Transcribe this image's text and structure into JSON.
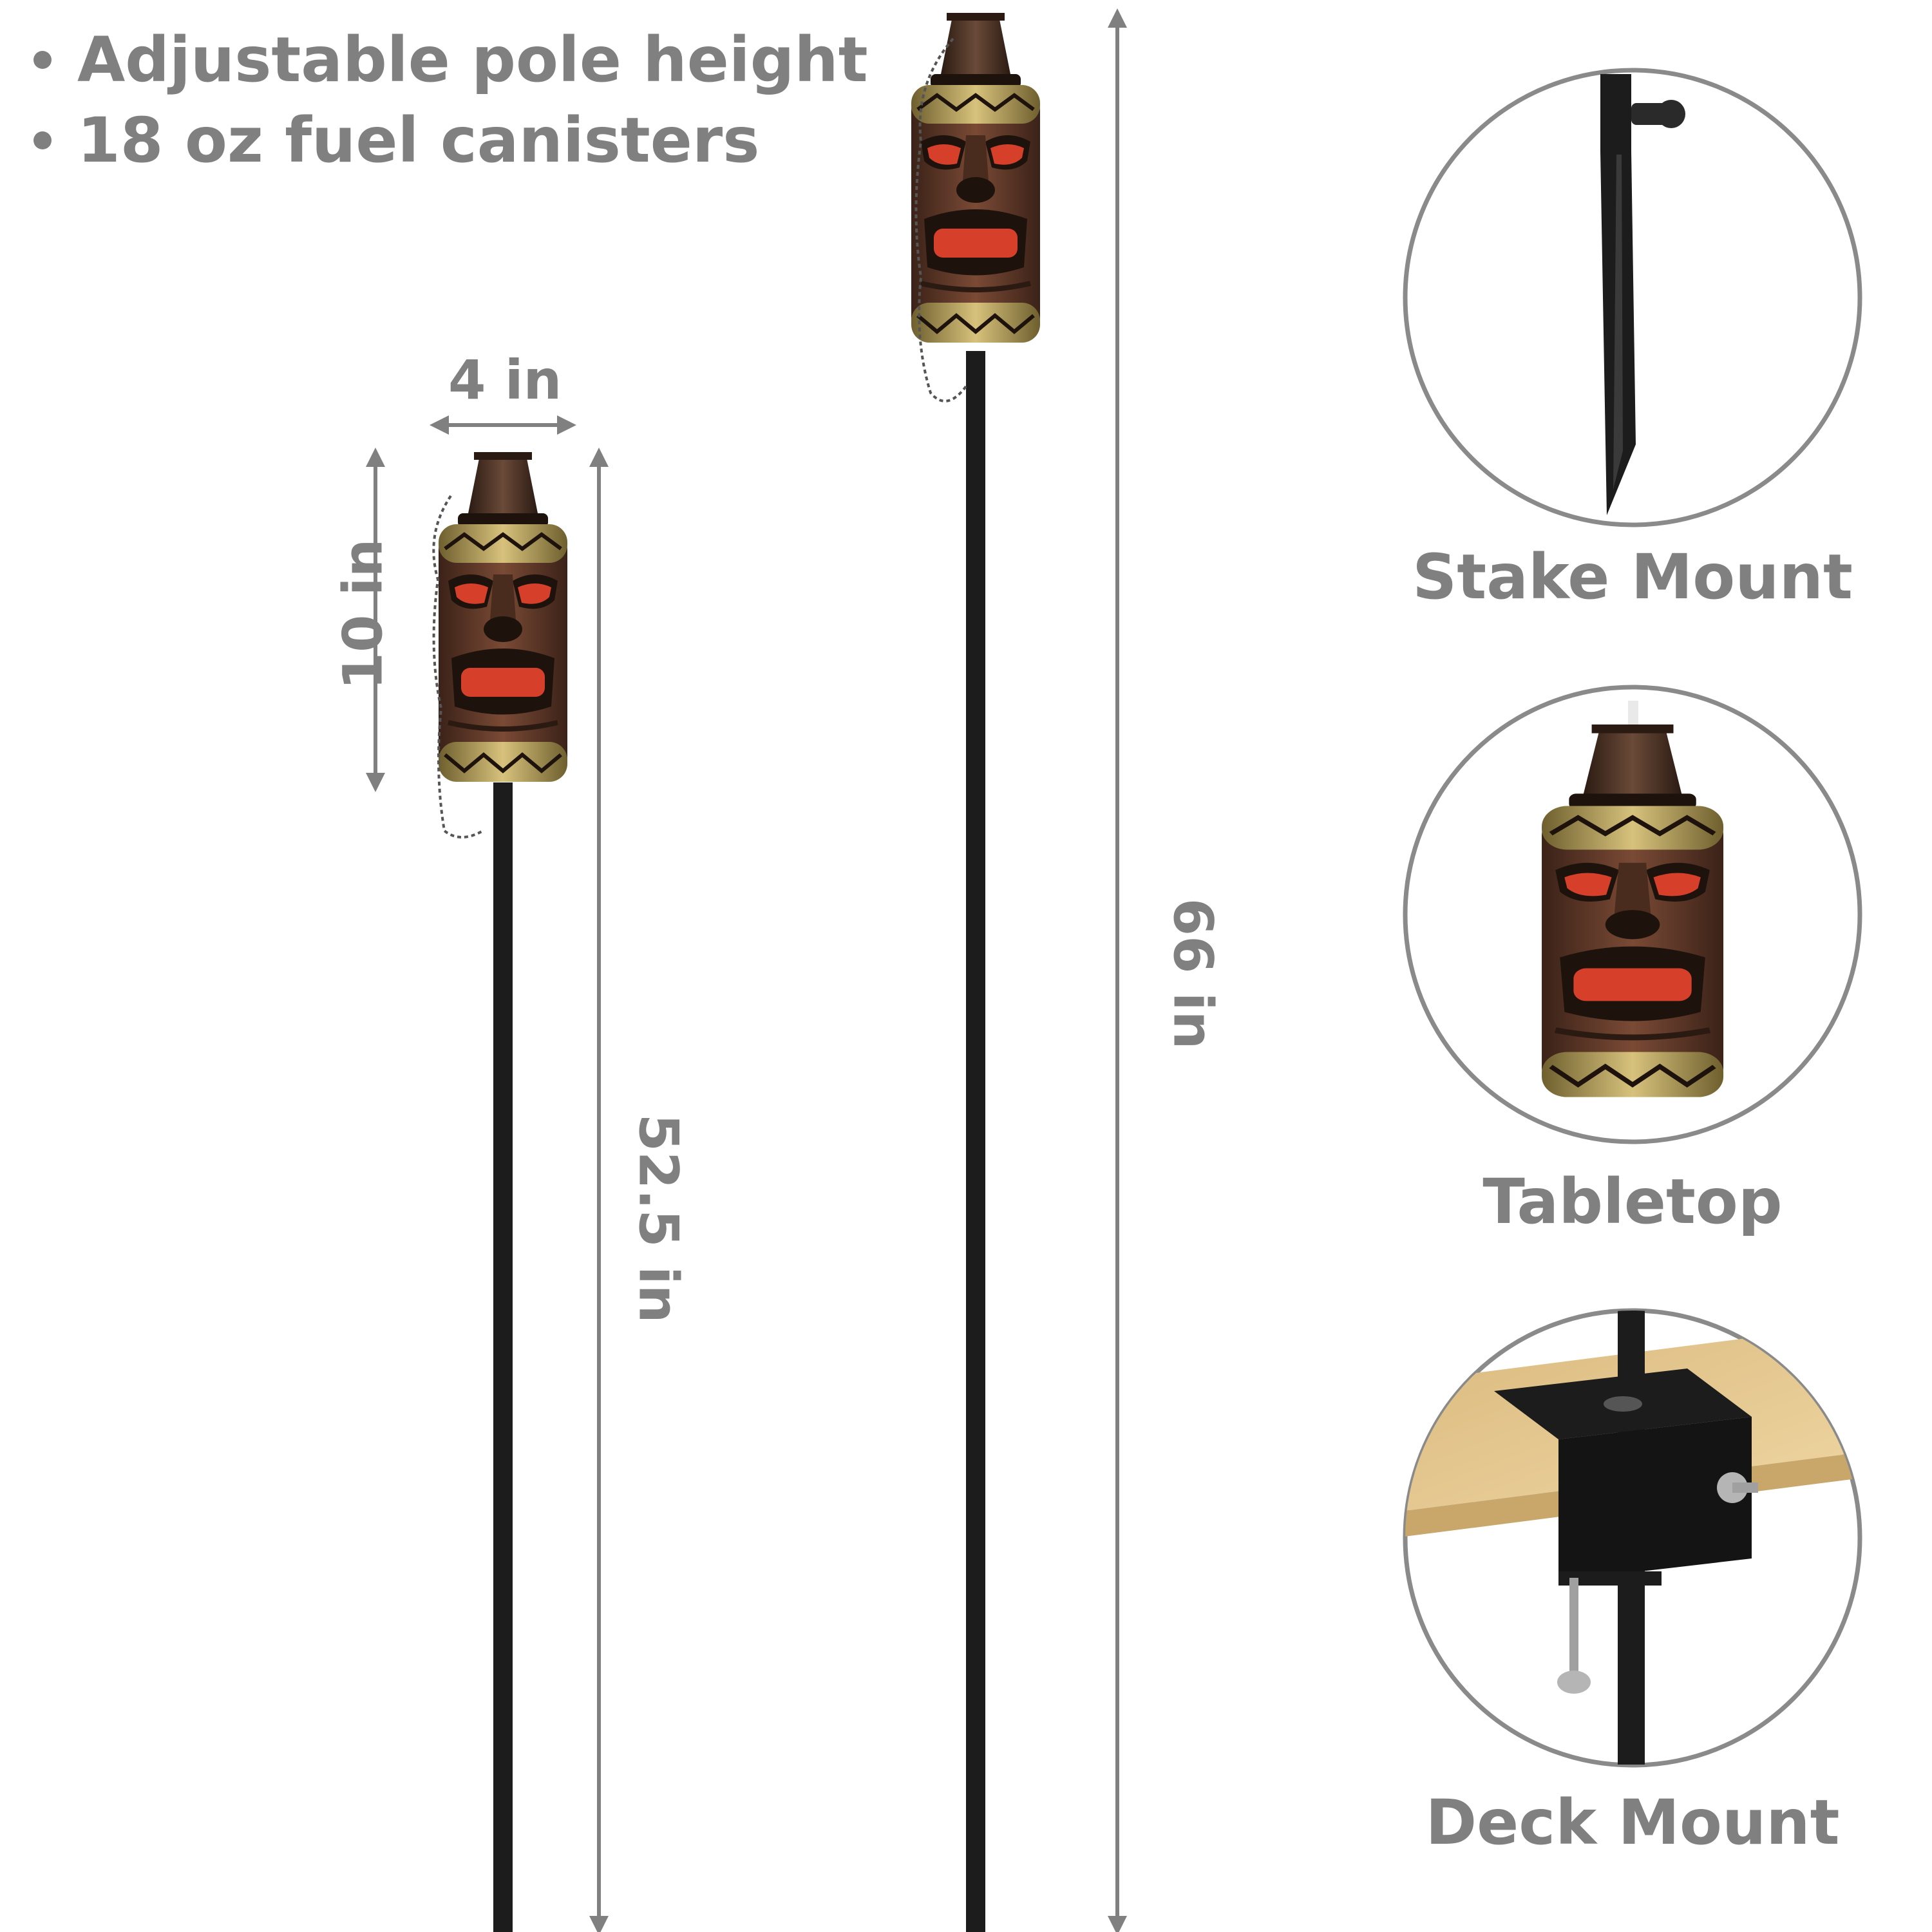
{
  "features": [
    "Adjustable pole height",
    "18 oz fuel canisters"
  ],
  "dimensions": {
    "width": "4 in",
    "canister_height": "10 in",
    "short_height": "52.5 in",
    "tall_height": "66 in"
  },
  "mounts": [
    {
      "label": "Stake Mount",
      "icon": "stake-mount-icon"
    },
    {
      "label": "Tabletop",
      "icon": "tiki-canister-icon"
    },
    {
      "label": "Deck Mount",
      "icon": "deck-clamp-icon"
    }
  ],
  "colors": {
    "text": "#808080",
    "pole": "#1c1c1c",
    "tiki_body": "#5b3a2c",
    "tiki_red": "#d6402a",
    "tiki_gold": "#b9a464",
    "wood": "#e3c690",
    "circle_border": "#8a8a8a"
  }
}
